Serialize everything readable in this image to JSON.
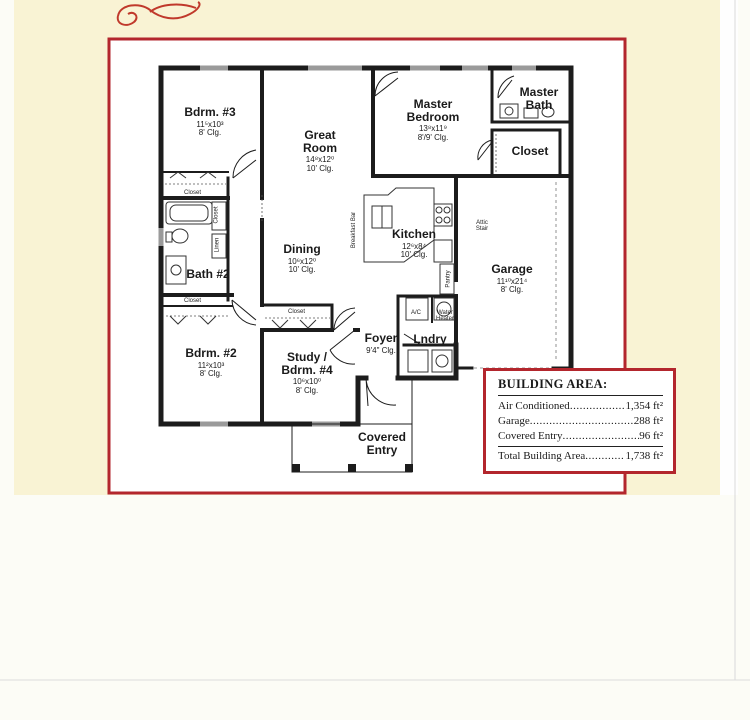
{
  "rooms": {
    "bedroom3": {
      "name": "Bdrm. #3",
      "dims": "11⁵x10³",
      "ceiling": "8' Clg."
    },
    "great_room": {
      "name_line1": "Great",
      "name_line2": "Room",
      "dims": "14⁸x12⁰",
      "ceiling": "10' Clg."
    },
    "master_bedroom": {
      "name_line1": "Master",
      "name_line2": "Bedroom",
      "dims": "13⁸x11⁹",
      "ceiling": "8'/9' Clg."
    },
    "master_bath": {
      "name_line1": "Master",
      "name_line2": "Bath"
    },
    "master_closet": {
      "name": "Closet"
    },
    "kitchen": {
      "name": "Kitchen",
      "dims": "12⁶x8⁴",
      "ceiling": "10' Clg."
    },
    "dining": {
      "name": "Dining",
      "dims": "10⁶x12⁰",
      "ceiling": "10' Clg."
    },
    "garage": {
      "name": "Garage",
      "dims": "11¹⁰x21⁴",
      "ceiling": "8' Clg."
    },
    "bath2": {
      "name": "Bath #2"
    },
    "bedroom2": {
      "name": "Bdrm. #2",
      "dims": "11²x10³",
      "ceiling": "8' Clg."
    },
    "study": {
      "name_line1": "Study /",
      "name_line2": "Bdrm. #4",
      "dims": "10⁶x10⁰",
      "ceiling": "8' Clg."
    },
    "foyer": {
      "name": "Foyer",
      "dims": "9'4\" Clg."
    },
    "laundry": {
      "name": "Lndry"
    },
    "covered_entry": {
      "name_line1": "Covered",
      "name_line2": "Entry"
    }
  },
  "small_labels": {
    "closet": "Closet",
    "linen": "Linen",
    "breakfast_bar": "Breakfast Bar",
    "pantry": "Pantry",
    "attic_stair": "Attic Stair",
    "ac": "A/C",
    "water_heater": "Water Heater"
  },
  "building_area": {
    "title": "BUILDING AREA:",
    "rows": [
      {
        "label": "Air Conditioned",
        "value": "1,354 ft²"
      },
      {
        "label": "Garage",
        "value": "288 ft²"
      },
      {
        "label": "Covered Entry",
        "value": "96 ft²"
      }
    ],
    "total": {
      "label": "Total Building Area",
      "value": "1,738 ft²"
    }
  },
  "colors": {
    "frame_red": "#b3262d",
    "scroll_red": "#c0392b",
    "wall": "#1c1c1c",
    "paper_cream": "#fbf5dd"
  }
}
